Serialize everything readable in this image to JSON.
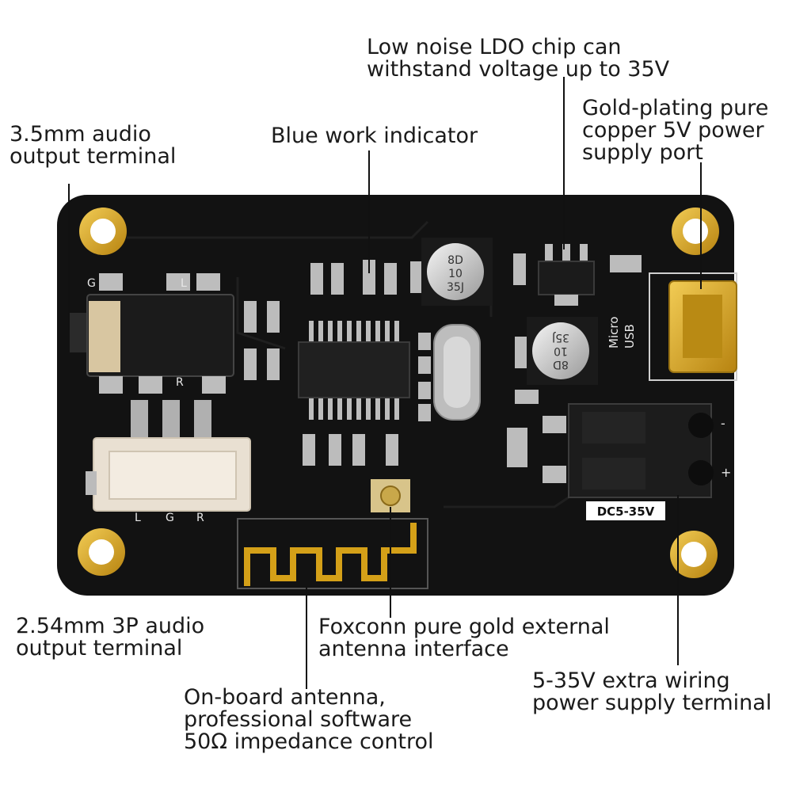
{
  "callouts": {
    "ldo": [
      "Low noise LDO chip can",
      "withstand voltage up to 35V"
    ],
    "power_port": [
      "Gold-plating pure",
      "copper 5V power",
      "supply port"
    ],
    "audio_35": [
      "3.5mm audio",
      "output terminal"
    ],
    "indicator": [
      "Blue work indicator"
    ],
    "audio_254": [
      "2.54mm 3P audio",
      "output terminal"
    ],
    "ext_antenna": [
      "Foxconn pure gold external",
      "antenna interface"
    ],
    "onboard_antenna": [
      "On-board antenna,",
      "professional software",
      "50Ω impedance control"
    ],
    "wiring_terminal": [
      "5-35V extra wiring",
      "power supply terminal"
    ]
  },
  "board": {
    "label_dc": "DC5-35V",
    "label_usb": [
      "Micro",
      "USB"
    ],
    "pin_labels_top": [
      "G",
      "L"
    ],
    "pin_labels_jack": [
      "R"
    ],
    "pin_labels_header": [
      "L",
      "G",
      "R"
    ],
    "cap1": [
      "8D",
      "10",
      "35J"
    ],
    "cap2": [
      "8D",
      "10",
      "35J"
    ],
    "polarity": [
      "-",
      "+"
    ]
  },
  "colors": {
    "pcb": "#121212",
    "gold": "#d4a018",
    "pad": "#b9b9b9",
    "connector": "#e9e0d2"
  }
}
